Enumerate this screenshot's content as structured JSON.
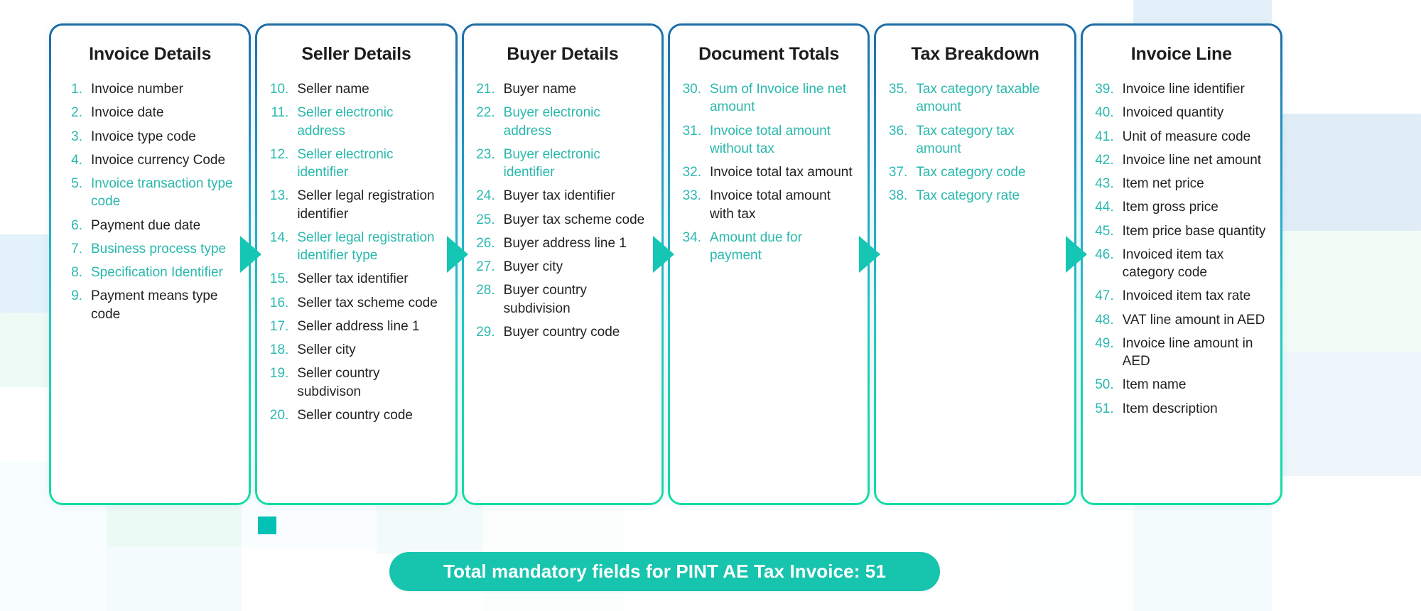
{
  "background": {
    "accent_teal": "#17c4ae",
    "highlight_text": "#29b8ac",
    "number_color": "#2bb9b0",
    "label_color": "#231f20",
    "border_gradient_start": "#12609f",
    "border_gradient_end": "#07e09a"
  },
  "cards": [
    {
      "title": "Invoice Details",
      "items": [
        {
          "num": "1.",
          "label": "Invoice number",
          "highlight": false
        },
        {
          "num": "2.",
          "label": "Invoice date",
          "highlight": false
        },
        {
          "num": "3.",
          "label": "Invoice type code",
          "highlight": false
        },
        {
          "num": "4.",
          "label": "Invoice currency Code",
          "highlight": false
        },
        {
          "num": "5.",
          "label": "Invoice transaction type code",
          "highlight": true
        },
        {
          "num": "6.",
          "label": "Payment due date",
          "highlight": false
        },
        {
          "num": "7.",
          "label": "Business process type",
          "highlight": true
        },
        {
          "num": "8.",
          "label": "Specification Identifier",
          "highlight": true
        },
        {
          "num": "9.",
          "label": "Payment means type code",
          "highlight": false
        }
      ]
    },
    {
      "title": "Seller Details",
      "items": [
        {
          "num": "10.",
          "label": "Seller name",
          "highlight": false
        },
        {
          "num": "11.",
          "label": "Seller electronic address",
          "highlight": true
        },
        {
          "num": "12.",
          "label": "Seller electronic identifier",
          "highlight": true
        },
        {
          "num": "13.",
          "label": "Seller legal registration identifier",
          "highlight": false
        },
        {
          "num": "14.",
          "label": "Seller legal registration identifier type",
          "highlight": true
        },
        {
          "num": "15.",
          "label": "Seller tax identifier",
          "highlight": false
        },
        {
          "num": "16.",
          "label": "Seller tax scheme code",
          "highlight": false
        },
        {
          "num": "17.",
          "label": "Seller address line 1",
          "highlight": false
        },
        {
          "num": "18.",
          "label": "Seller city",
          "highlight": false
        },
        {
          "num": "19.",
          "label": "Seller country subdivison",
          "highlight": false
        },
        {
          "num": "20.",
          "label": "Seller country code",
          "highlight": false
        }
      ]
    },
    {
      "title": "Buyer Details",
      "items": [
        {
          "num": "21.",
          "label": "Buyer name",
          "highlight": false
        },
        {
          "num": "22.",
          "label": "Buyer electronic address",
          "highlight": true
        },
        {
          "num": "23.",
          "label": "Buyer electronic identifier",
          "highlight": true
        },
        {
          "num": "24.",
          "label": "Buyer tax identifier",
          "highlight": false
        },
        {
          "num": "25.",
          "label": "Buyer tax scheme code",
          "highlight": false
        },
        {
          "num": "26.",
          "label": "Buyer address line 1",
          "highlight": false
        },
        {
          "num": "27.",
          "label": "Buyer city",
          "highlight": false
        },
        {
          "num": "28.",
          "label": "Buyer country subdivision",
          "highlight": false
        },
        {
          "num": "29.",
          "label": "Buyer country code",
          "highlight": false
        }
      ]
    },
    {
      "title": "Document Totals",
      "items": [
        {
          "num": "30.",
          "label": "Sum of Invoice line net amount",
          "highlight": true
        },
        {
          "num": "31.",
          "label": "Invoice total amount without tax",
          "highlight": true
        },
        {
          "num": "32.",
          "label": "Invoice total tax amount",
          "highlight": false
        },
        {
          "num": "33.",
          "label": "Invoice total amount with tax",
          "highlight": false
        },
        {
          "num": "34.",
          "label": "Amount due for payment",
          "highlight": true
        }
      ]
    },
    {
      "title": "Tax Breakdown",
      "items": [
        {
          "num": "35.",
          "label": "Tax category taxable amount",
          "highlight": true
        },
        {
          "num": "36.",
          "label": "Tax category tax amount",
          "highlight": true
        },
        {
          "num": "37.",
          "label": "Tax category code",
          "highlight": true
        },
        {
          "num": "38.",
          "label": "Tax category rate",
          "highlight": true
        }
      ]
    },
    {
      "title": "Invoice Line",
      "items": [
        {
          "num": "39.",
          "label": "Invoice line identifier",
          "highlight": false
        },
        {
          "num": "40.",
          "label": "Invoiced quantity",
          "highlight": false
        },
        {
          "num": "41.",
          "label": "Unit of measure code",
          "highlight": false
        },
        {
          "num": "42.",
          "label": "Invoice line net amount",
          "highlight": false
        },
        {
          "num": "43.",
          "label": "Item net price",
          "highlight": false
        },
        {
          "num": "44.",
          "label": "Item gross price",
          "highlight": false
        },
        {
          "num": "45.",
          "label": "Item price base quantity",
          "highlight": false
        },
        {
          "num": "46.",
          "label": "Invoiced item tax category code",
          "highlight": false
        },
        {
          "num": "47.",
          "label": "Invoiced item tax rate",
          "highlight": false
        },
        {
          "num": "48.",
          "label": "VAT line amount in AED",
          "highlight": false
        },
        {
          "num": "49.",
          "label": "Invoice line amount in AED",
          "highlight": false
        },
        {
          "num": "50.",
          "label": "Item name",
          "highlight": false
        },
        {
          "num": "51.",
          "label": "Item description",
          "highlight": false
        }
      ]
    }
  ],
  "total_banner": {
    "text": "Total mandatory fields for PINT AE Tax Invoice: 51",
    "count": 51
  }
}
